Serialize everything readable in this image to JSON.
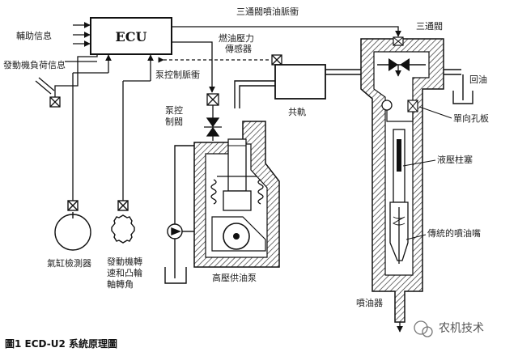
{
  "diagram": {
    "ecu": "ECU",
    "labels": {
      "aux_info": "輔助信息",
      "engine_load": "發動機負荷信息",
      "three_way_pulse": "三通閥噴油脈衝",
      "three_way_valve": "三通閥",
      "rail_pressure_sensor_1": "燃油壓力",
      "rail_pressure_sensor_2": "傳感器",
      "pump_control_pulse": "泵控制脈衝",
      "pump_control_valve_1": "泵控",
      "pump_control_valve_2": "制閥",
      "common_rail": "共軌",
      "return_oil": "回油",
      "one_way_orifice": "單向孔板",
      "hydraulic_piston": "液壓柱塞",
      "conventional_nozzle": "傳統的噴油嘴",
      "cylinder_sensor": "氣缸檢測器",
      "speed_cam_1": "發動機轉",
      "speed_cam_2": "速和凸輪",
      "speed_cam_3": "軸轉角",
      "hp_pump": "高壓供油泵",
      "injector": "噴油器"
    },
    "caption": "圖1 ECD-U2 系統原理圖",
    "watermark": "农机技术"
  }
}
